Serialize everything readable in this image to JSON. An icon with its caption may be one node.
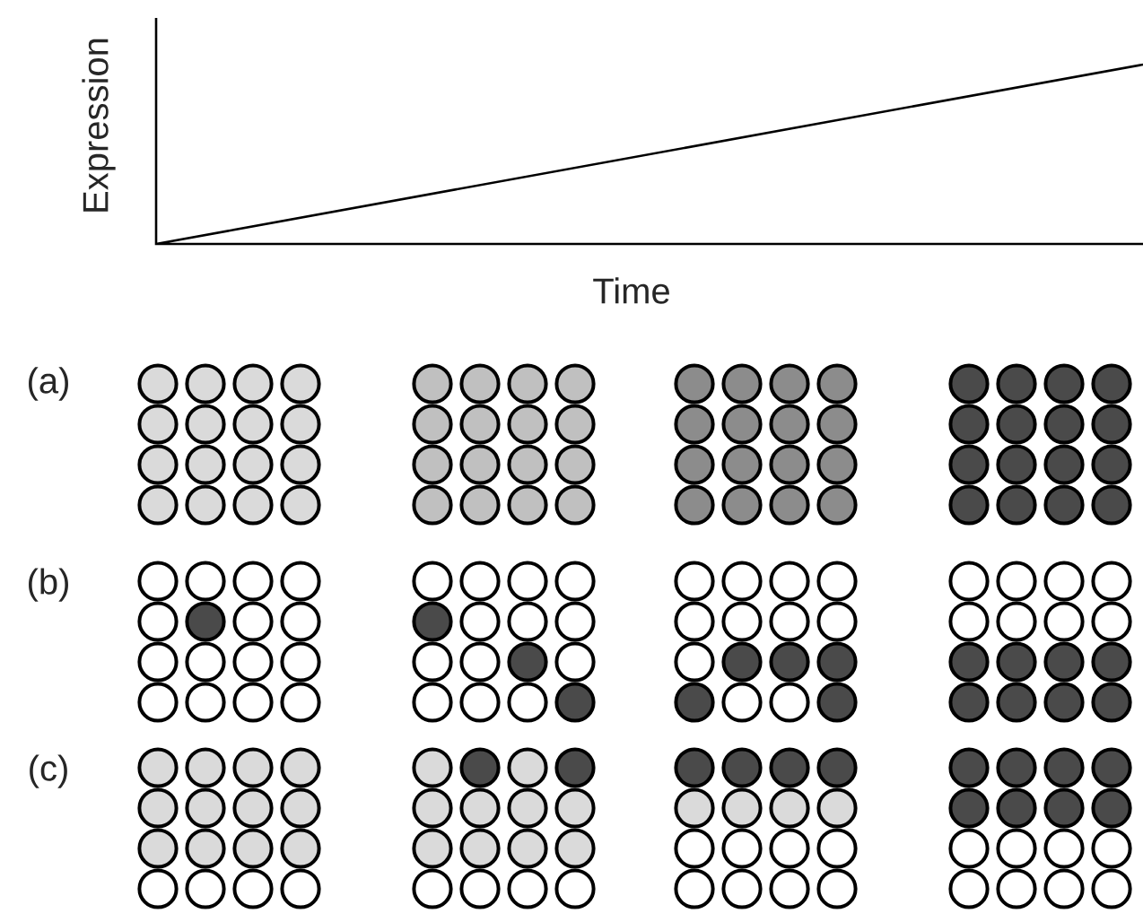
{
  "diagram": {
    "labels": [
      "Expression",
      "Time",
      "(a)",
      "(b)",
      "(c)"
    ]
  }
}
